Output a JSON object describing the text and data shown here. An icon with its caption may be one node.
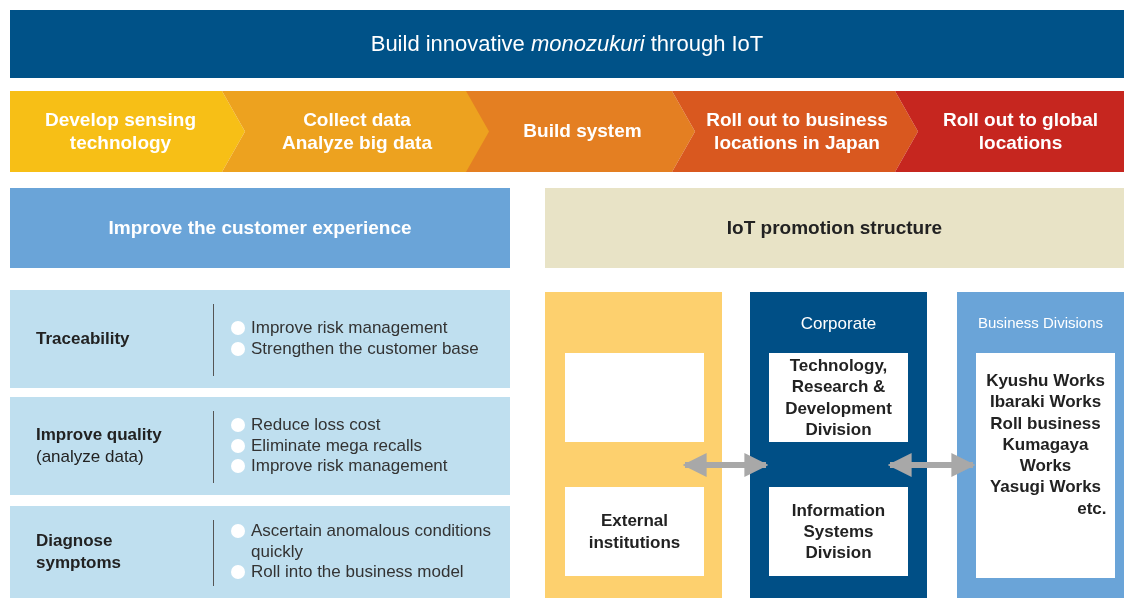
{
  "diagram": {
    "title": "Build innovative *monozukuri* through IoT",
    "nodes": [
      {
        "text": [
          "Develop sensing technology"
        ]
      },
      {
        "text": [
          "Collect data Analyze big data"
        ]
      },
      {
        "text": [
          "Build system"
        ]
      },
      {
        "text": [
          "Roll out to business locations in Japan"
        ]
      },
      {
        "text": [
          "Roll out to global locations"
        ]
      },
      {
        "text": [
          "Improve the customer experience"
        ]
      },
      {
        "text": [
          "IoT promotion structure"
        ]
      },
      {
        "text": [
          "Traceability",
          "Improve risk management",
          "Strengthen the customer base"
        ]
      },
      {
        "text": [
          "**Improve quality** (analyze data)",
          "Reduce loss cost",
          "Eliminate mega recalls",
          "Improve risk management"
        ]
      },
      {
        "text": [
          "Diagnose symptoms",
          "Ascertain anomalous conditions quickly",
          "Roll into the business model"
        ]
      },
      {
        "text": [],
        "shape": "box"
      },
      {
        "text": [],
        "shape": "box",
        "in": 10
      },
      {
        "text": [
          "External institutions"
        ],
        "in": 10
      },
      {
        "text": [
          "Corporate"
        ]
      },
      {
        "text": [
          "Technology, Research & Development Division"
        ],
        "in": 13
      },
      {
        "text": [
          "Information Systems Division"
        ],
        "in": 13
      },
      {
        "text": [
          "Business Divisions"
        ]
      },
      {
        "text": [
          "Kyushu Works",
          "Ibaraki Works",
          "Roll business",
          "Kumagaya Works",
          "Yasugi Works",
          "etc."
        ],
        "in": 16
      }
    ],
    "edges": [
      {
        "from": 10,
        "to": 13,
        "arrow": "both"
      },
      {
        "from": 13,
        "to": 16,
        "arrow": "both"
      }
    ]
  }
}
